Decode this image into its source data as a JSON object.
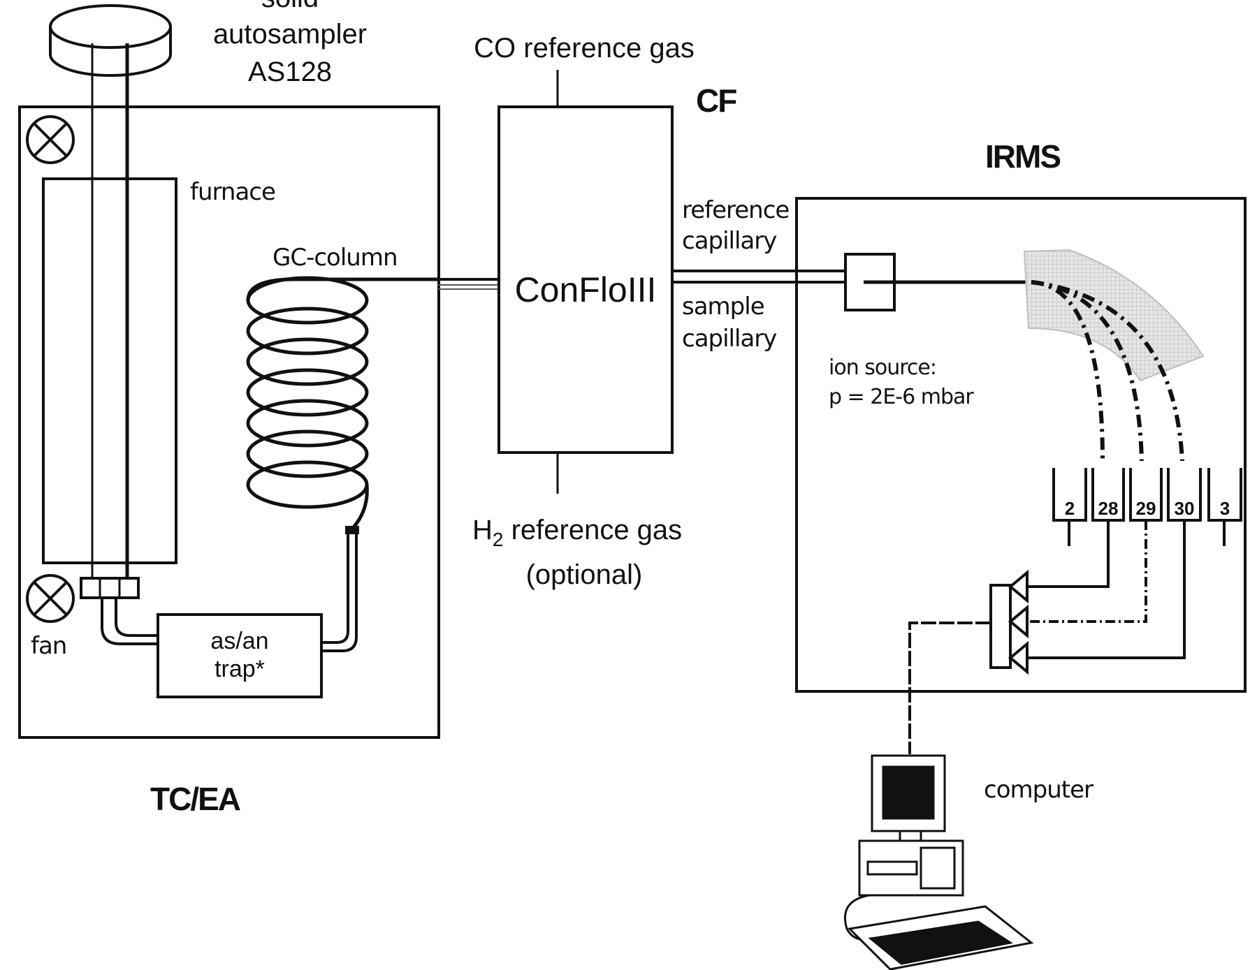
{
  "labels": {
    "autosampler": [
      "solid",
      "autosampler",
      "AS128"
    ],
    "furnace": "furnace",
    "gc_column": "GC-column",
    "fan": "fan",
    "trap": [
      "as/an",
      "trap*"
    ],
    "tcea": "TC/EA",
    "co_ref": "CO reference gas",
    "h2_ref_main": "H",
    "h2_ref_sub": "2",
    "h2_ref_rest": " reference gas",
    "h2_optional": "(optional)",
    "conflo": "ConFloIII",
    "cf": "CF",
    "irms": "IRMS",
    "ref_cap": [
      "reference",
      "capillary"
    ],
    "sample_cap": [
      "sample",
      "capillary"
    ],
    "ion_source": [
      "ion source:",
      "p = 2E-6 mbar"
    ],
    "computer": "computer"
  },
  "detectors": [
    "2",
    "28",
    "29",
    "30",
    "3"
  ],
  "colors": {
    "line": "#111111",
    "magnet_fill": "#dcdcdc",
    "background": "#ffffff"
  }
}
